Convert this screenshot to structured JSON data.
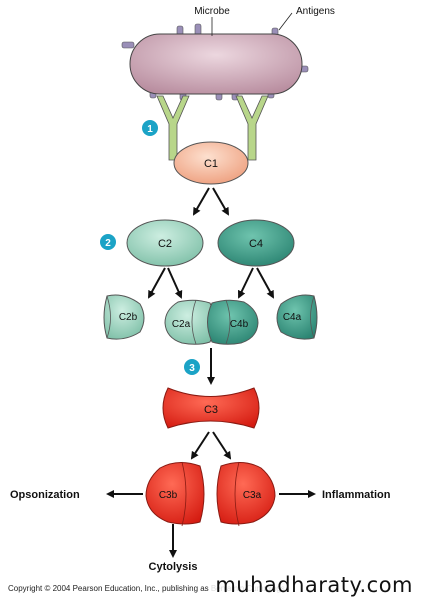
{
  "labels": {
    "microbe": "Microbe",
    "antigens": "Antigens",
    "opsonization": "Opsonization",
    "inflammation": "Inflammation",
    "cytolysis": "Cytolysis"
  },
  "steps": [
    "1",
    "2",
    "3"
  ],
  "proteins": {
    "c1": "C1",
    "c2": "C2",
    "c4": "C4",
    "c2b": "C2b",
    "c2a": "C2a",
    "c4b": "C4b",
    "c4a": "C4a",
    "c3": "C3",
    "c3b": "C3b",
    "c3a": "C3a"
  },
  "footer": {
    "copyright": "Copyright © 2004 Pearson Education, Inc., publishing as Benjamin Cummings",
    "watermark": "muhadharaty.com"
  },
  "colors": {
    "microbe": "#d7b8c4",
    "antigen": "#9a8fb8",
    "antibody": "#b8d68a",
    "c1": "#f7b89a",
    "c2": "#9fd3c0",
    "c4": "#3fa08c",
    "c3": "#ee2b1f",
    "step_badge": "#1ba3c6"
  }
}
